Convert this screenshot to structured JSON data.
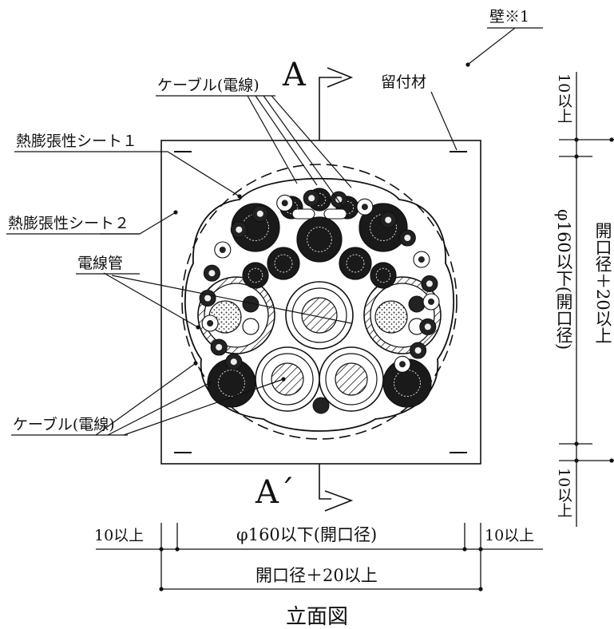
{
  "labels": {
    "wall": "壁※1",
    "cable_top": "ケーブル(電線)",
    "fastener": "留付材",
    "sheet1": "熱膨張性シート１",
    "sheet2": "熱膨張性シート２",
    "conduit": "電線管",
    "cable_bottom": "ケーブル(電線)",
    "section_top": "A",
    "section_bottom": "A´",
    "dim_left": "10以上",
    "dim_center": "φ160以下(開口径)",
    "dim_right": "10以上",
    "dim_total": "開口径＋20以上",
    "dim_v_top": "10以上",
    "dim_v_center": "φ160以下(開口径)",
    "dim_v_bottom": "10以上",
    "dim_v_total": "開口径＋20以上",
    "caption": "立面図"
  }
}
